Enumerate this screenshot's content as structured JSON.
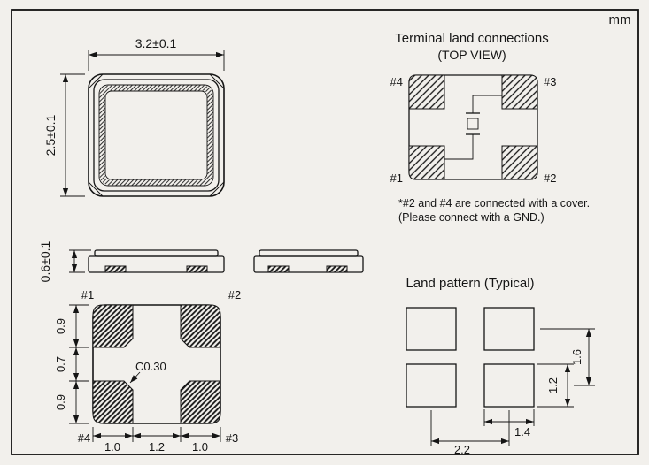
{
  "units": {
    "label": "mm"
  },
  "colors": {
    "background": "#f2f0ec",
    "ink": "#151515"
  },
  "top_view": {
    "width_dim": "3.2±0.1",
    "height_dim": "2.5±0.1"
  },
  "side_view": {
    "height_dim": "0.6±0.1"
  },
  "bottom_view": {
    "pad1_label": "#1",
    "pad2_label": "#2",
    "pad3_label": "#3",
    "pad4_label": "#4",
    "dim_top_pad_height": "0.9",
    "dim_pad_gap": "0.7",
    "dim_bottom_pad_height": "0.9",
    "dim_left_pad_width": "1.0",
    "dim_center_gap": "1.2",
    "dim_right_pad_width": "1.0",
    "chamfer_note": "C0.30"
  },
  "terminal_land": {
    "title": "Terminal land connections",
    "subtitle": "(TOP VIEW)",
    "pad1_label": "#1",
    "pad2_label": "#2",
    "pad3_label": "#3",
    "pad4_label": "#4",
    "note_line1": "*#2 and #4 are connected with a cover.",
    "note_line2": "(Please connect with a GND.)"
  },
  "land_pattern": {
    "title": "Land pattern (Typical)",
    "dim_vertical_pitch": "1.6",
    "dim_pad_height": "1.2",
    "dim_pad_width": "1.4",
    "dim_horizontal_pitch": "2.2"
  }
}
